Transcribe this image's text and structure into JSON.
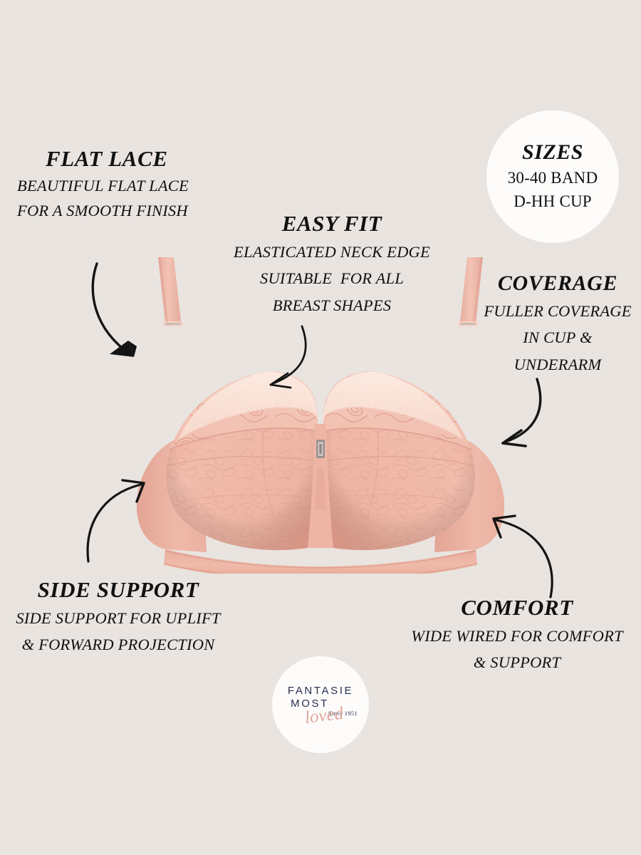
{
  "page": {
    "type": "product-feature-infographic",
    "background_color": "#e9e4e0",
    "product": "full-cup lace bra"
  },
  "callouts": [
    {
      "id": "flat-lace",
      "title": "FLAT LACE",
      "line1": "BEAUTIFUL FLAT LACE",
      "line2": "FOR A SMOOTH FINISH",
      "arrow": "curved-arrow-down-right"
    },
    {
      "id": "easy-fit",
      "title": "EASY FIT",
      "line1": "ELASTICATED NECK EDGE",
      "line2": "SUITABLE  FOR ALL",
      "line3": "BREAST SHAPES",
      "arrow": "curved-arrow-down-left"
    },
    {
      "id": "coverage",
      "title": "COVERAGE",
      "line1": "FULLER COVERAGE",
      "line2": "IN CUP &",
      "line3": "UNDERARM",
      "arrow": "curved-arrow-down-left"
    },
    {
      "id": "side-support",
      "title": "SIDE SUPPORT",
      "line1": "SIDE SUPPORT FOR UPLIFT",
      "line2": "& FORWARD PROJECTION",
      "arrow": "curved-arrow-up-right"
    },
    {
      "id": "comfort",
      "title": "COMFORT",
      "line1": "WIDE WIRED FOR COMFORT",
      "line2": "& SUPPORT",
      "arrow": "curved-arrow-up-left"
    }
  ],
  "sizes_badge": {
    "title": "SIZES",
    "band": "30-40 BAND",
    "cup": "D-HH CUP",
    "background_color": "#fdfcfb"
  },
  "brand_badge": {
    "name": "FANTASIE",
    "word2": "MOST",
    "since": "Since 1951",
    "script": "loved",
    "text_color": "#27304f",
    "script_color": "#e2a79b",
    "background_color": "#fdfcfb"
  },
  "colors": {
    "background": "#e9e4e0",
    "fabric_main": "#efb8a8",
    "fabric_shadow": "#e0a294",
    "fabric_light": "#f7d3c6",
    "neck_edge": "#fae4d8",
    "hardware": "#9a9390",
    "ink": "#111111"
  }
}
